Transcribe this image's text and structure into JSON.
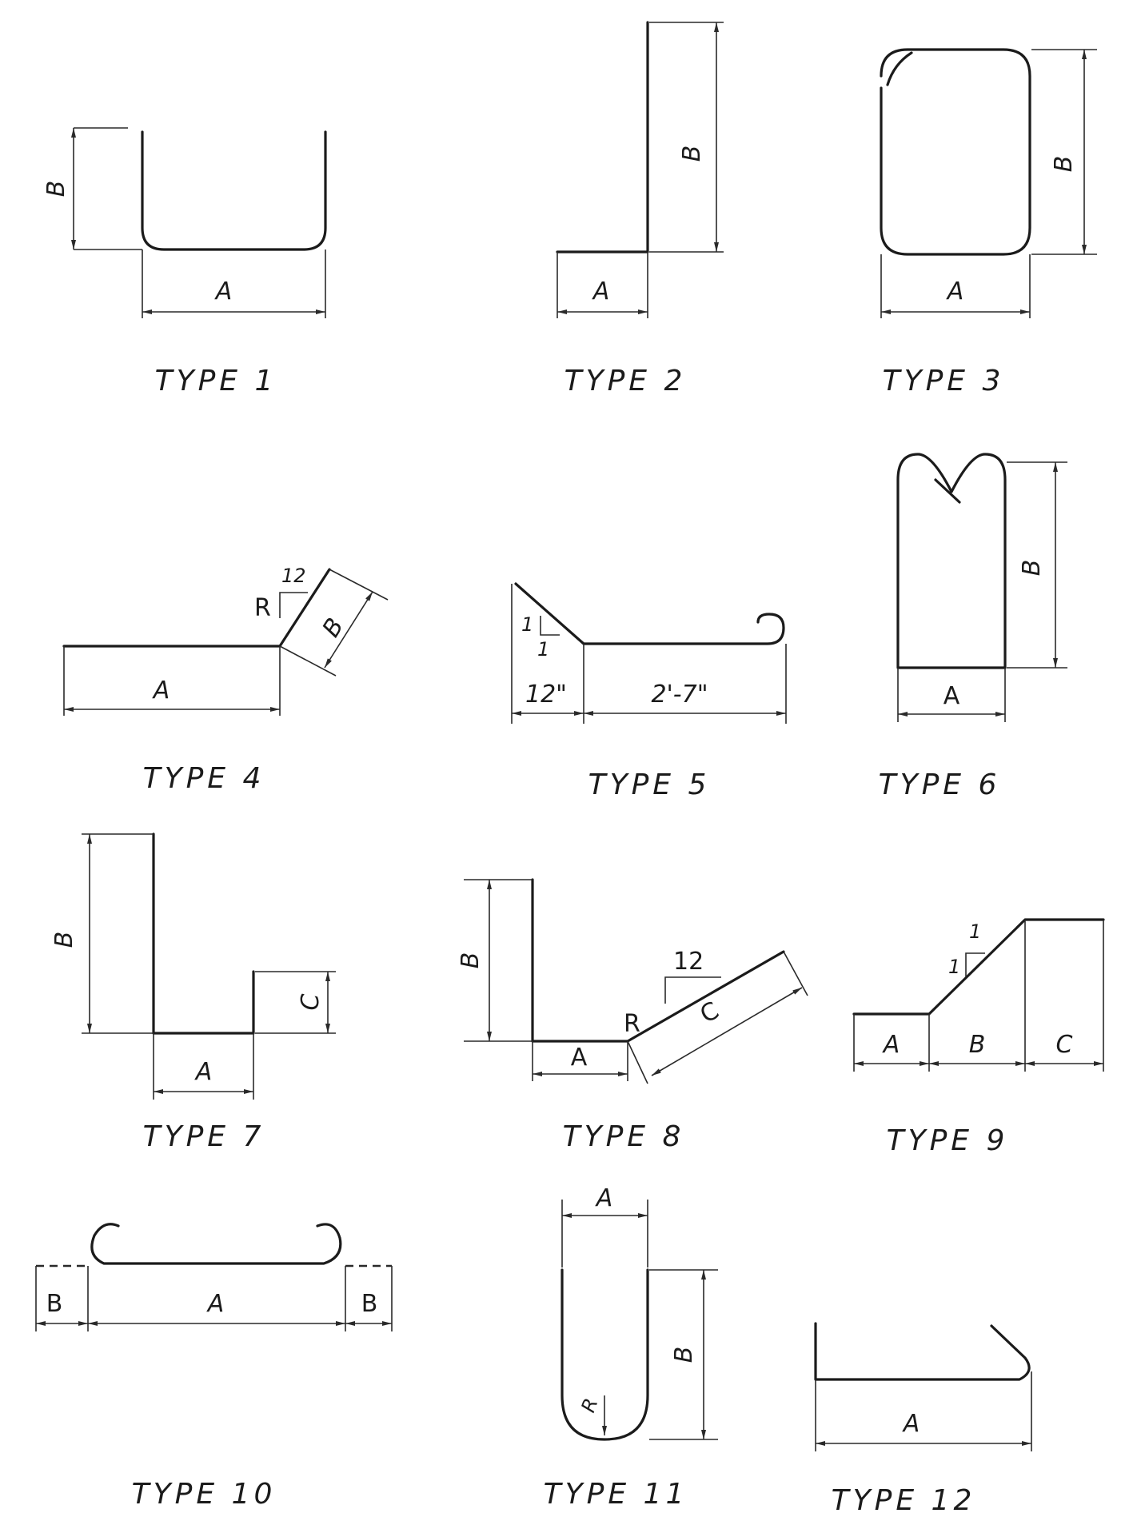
{
  "types": [
    {
      "title": "TYPE 1",
      "dims": {
        "a": "A",
        "b": "B"
      }
    },
    {
      "title": "TYPE 2",
      "dims": {
        "a": "A",
        "b": "B"
      }
    },
    {
      "title": "TYPE 3",
      "dims": {
        "a": "A",
        "b": "B"
      }
    },
    {
      "title": "TYPE 4",
      "dims": {
        "a": "A",
        "b": "B"
      },
      "slope": {
        "rise": "R",
        "run": "12"
      }
    },
    {
      "title": "TYPE 5",
      "dims": {
        "left": "12\"",
        "right": "2'-7\""
      },
      "slope": {
        "rise": "1",
        "run": "1"
      }
    },
    {
      "title": "TYPE 6",
      "dims": {
        "a": "A",
        "b": "B"
      }
    },
    {
      "title": "TYPE 7",
      "dims": {
        "a": "A",
        "b": "B",
        "c": "C"
      }
    },
    {
      "title": "TYPE 8",
      "dims": {
        "a": "A",
        "b": "B",
        "c": "C"
      },
      "slope": {
        "rise": "R",
        "run": "12"
      }
    },
    {
      "title": "TYPE 9",
      "dims": {
        "a": "A",
        "b": "B",
        "c": "C"
      },
      "slope": {
        "rise": "1",
        "run": "1"
      }
    },
    {
      "title": "TYPE 10",
      "dims": {
        "a": "A",
        "b_left": "B",
        "b_right": "B"
      }
    },
    {
      "title": "TYPE 11",
      "dims": {
        "a": "A",
        "b": "B",
        "r": "R"
      }
    },
    {
      "title": "TYPE 12",
      "dims": {
        "a": "A"
      }
    }
  ]
}
